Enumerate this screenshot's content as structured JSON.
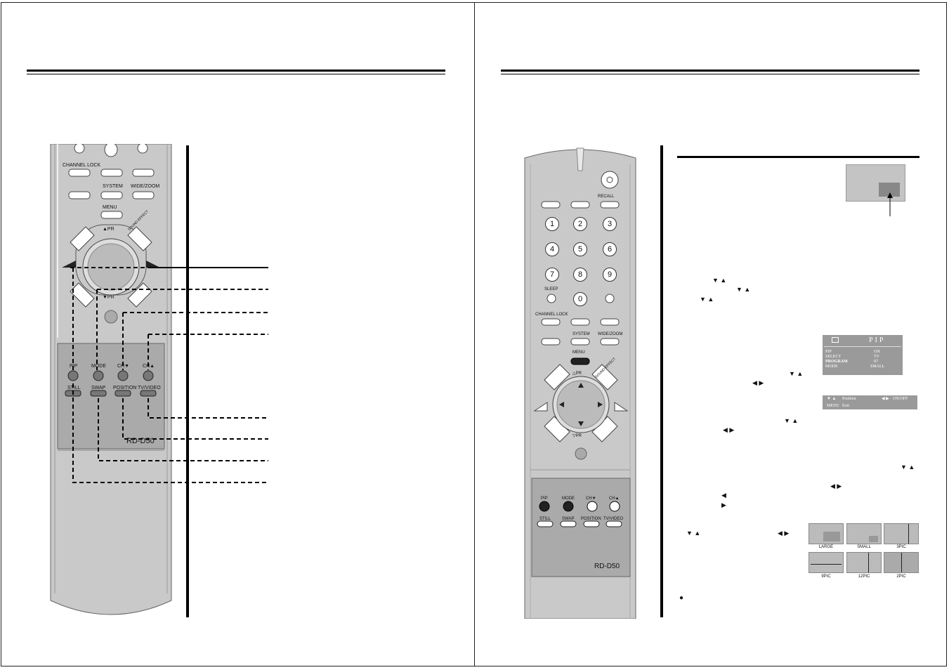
{
  "left_remote": {
    "labels": {
      "channel_lock": "CHANNEL LOCK",
      "system": "SYSTEM",
      "wide_zoom": "WIDE/ZOOM",
      "menu": "MENU",
      "pr_up": "▲PR",
      "pr_down": "▼PR",
      "sound_effect": "SOUND EFFECT",
      "pip": "PIP",
      "mode": "MODE",
      "ch_down": "CH▼",
      "ch_up": "CH▲",
      "still": "STILL",
      "swap": "SWAP",
      "position": "POSITION",
      "tv_video": "TV/VIDEO",
      "model": "RD-D50"
    }
  },
  "right_remote": {
    "labels": {
      "recall": "RECALL",
      "sleep": "SLEEP",
      "channel_lock": "CHANNEL LOCK",
      "system": "SYSTEM",
      "wide_zoom": "WIDE/ZOOM",
      "menu": "MENU",
      "pr_up": "△PR",
      "pr_down": "▽PR",
      "sound_effect": "SOUND EFFECT",
      "pip": "PIP",
      "mode": "MODE",
      "ch_down": "CH▼",
      "ch_up": "CH▲",
      "still": "STILL",
      "swap": "SWAP",
      "position": "POSITION",
      "tv_video": "TV/VIDEO",
      "model": "RD-D50"
    },
    "numbers": [
      "1",
      "2",
      "3",
      "4",
      "5",
      "6",
      "7",
      "8",
      "9",
      "0"
    ]
  },
  "pip_menu": {
    "title": "PIP",
    "rows": [
      {
        "key": "PIP",
        "value": "ON"
      },
      {
        "key": "SELECT",
        "value": "TV"
      },
      {
        "key": "PROGRAM",
        "value": "07"
      },
      {
        "key": "MODE",
        "value": "SMALL"
      }
    ],
    "help_position": "Position",
    "help_onoff": "ON/OFF",
    "help_menu": "MENU",
    "help_exit": "Exit"
  },
  "pip_modes": [
    "LARGE",
    "SMALL",
    "3PIC",
    "9PIC",
    "12PIC",
    "2PIC"
  ],
  "arrows": {
    "updown": "▼ ▲",
    "leftright": "◀ ▶",
    "left": "◀",
    "right": "▶"
  },
  "bullet": "●"
}
